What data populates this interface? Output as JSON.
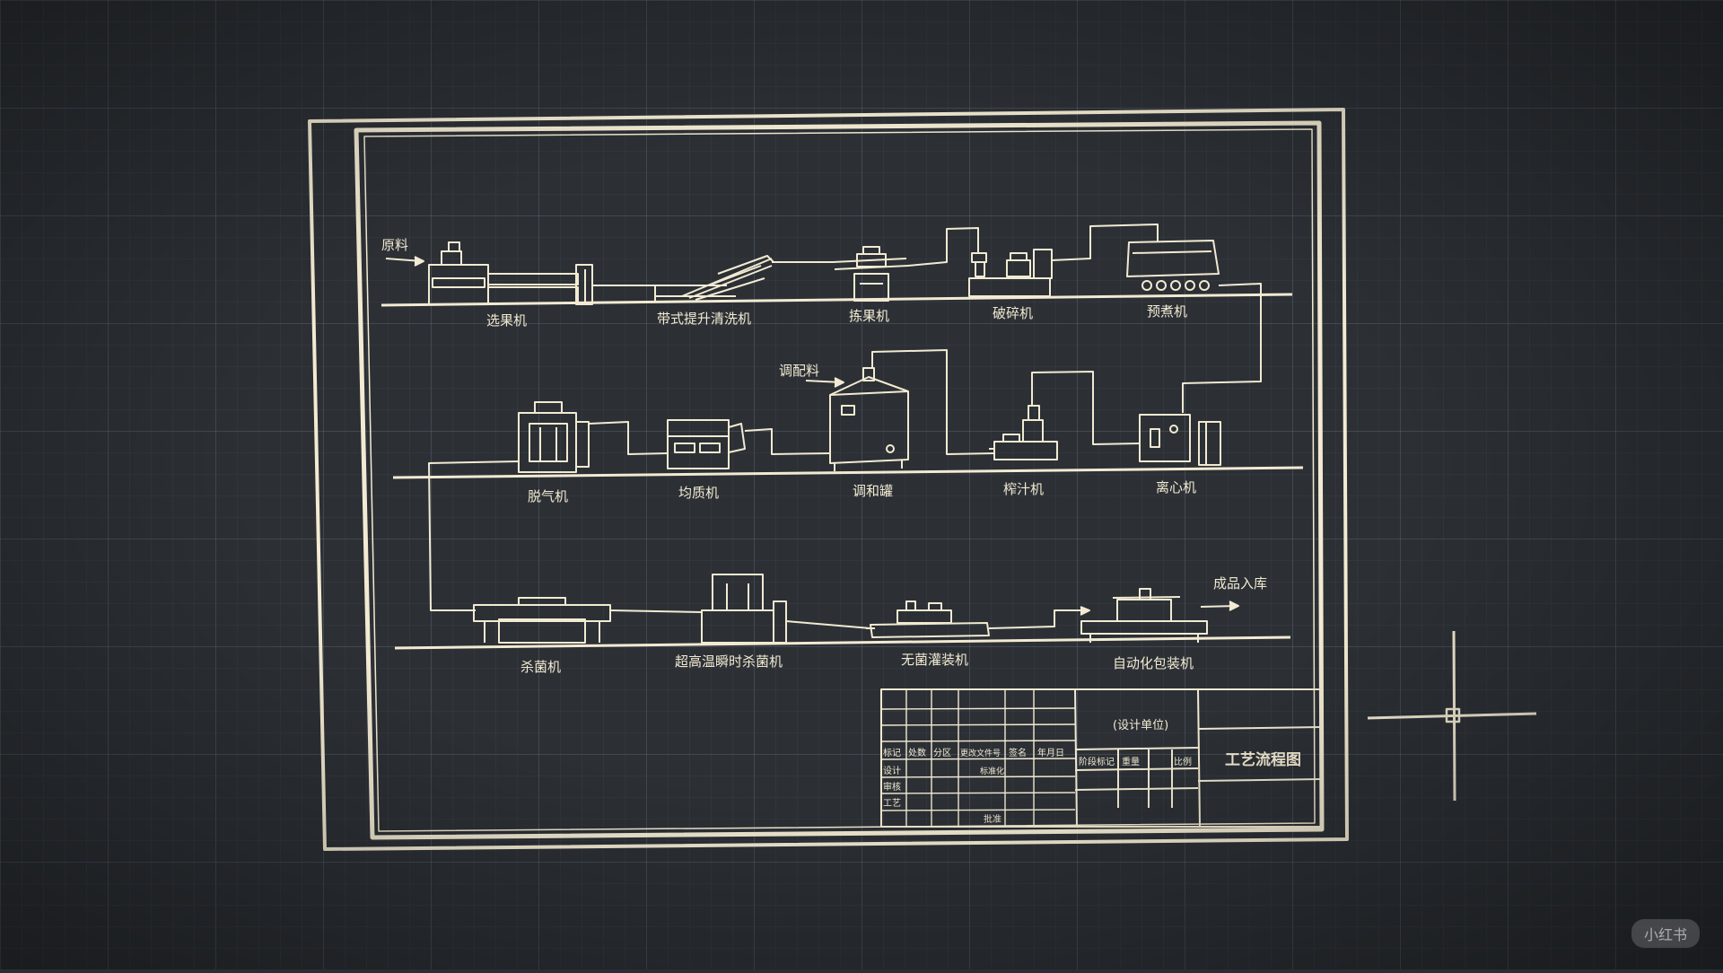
{
  "colors": {
    "line": "#f2ead2",
    "background": "#2c3035"
  },
  "drawing": {
    "input_labels": {
      "raw_material": "原料",
      "seasoning": "调配料",
      "finished": "成品入库"
    },
    "row1": [
      "选果机",
      "带式提升清洗机",
      "拣果机",
      "破碎机",
      "预煮机"
    ],
    "row2": [
      "脱气机",
      "均质机",
      "调和罐",
      "榨汁机",
      "离心机"
    ],
    "row3": [
      "杀菌机",
      "超高温瞬时杀菌机",
      "无菌灌装机",
      "自动化包装机"
    ]
  },
  "title_block": {
    "drawing_title": "工艺流程图",
    "design_unit": "(设计单位)",
    "labels": {
      "mark": "标记",
      "count": "处数",
      "zone": "分区",
      "change_doc": "更改文件号",
      "sign": "签名",
      "date": "年月日",
      "design": "设计",
      "standardize": "标准化",
      "check": "审核",
      "process": "工艺",
      "approve": "批准",
      "stage_mark": "阶段标记",
      "weight": "重量",
      "scale": "比例"
    }
  },
  "cursor": {
    "icon": "crosshair-cursor-icon"
  },
  "watermark": "小红书"
}
